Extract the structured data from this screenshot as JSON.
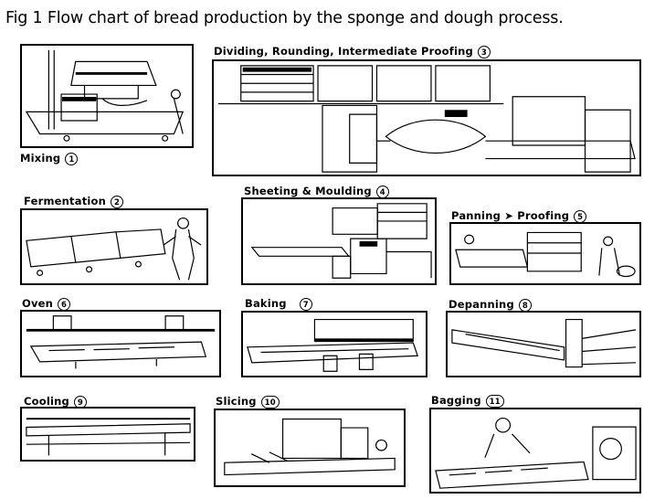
{
  "title": "Fig 1 Flow chart of bread production by the sponge and dough process.",
  "stages": [
    {
      "label": "Mixing",
      "step": "1"
    },
    {
      "label": "Dividing, Rounding, Intermediate Proofing",
      "step": "3"
    },
    {
      "label": "Fermentation",
      "step": "2"
    },
    {
      "label": "Sheeting & Moulding",
      "step": "4"
    },
    {
      "label": "Panning",
      "step2": "Proofing",
      "arrow": "➤",
      "step": "5"
    },
    {
      "label": "Oven",
      "step": "6"
    },
    {
      "label": "Baking",
      "step": "7"
    },
    {
      "label": "Depanning",
      "step": "8"
    },
    {
      "label": "Cooling",
      "step": "9"
    },
    {
      "label": "Slicing",
      "step": "10"
    },
    {
      "label": "Bagging",
      "step": "11"
    }
  ]
}
